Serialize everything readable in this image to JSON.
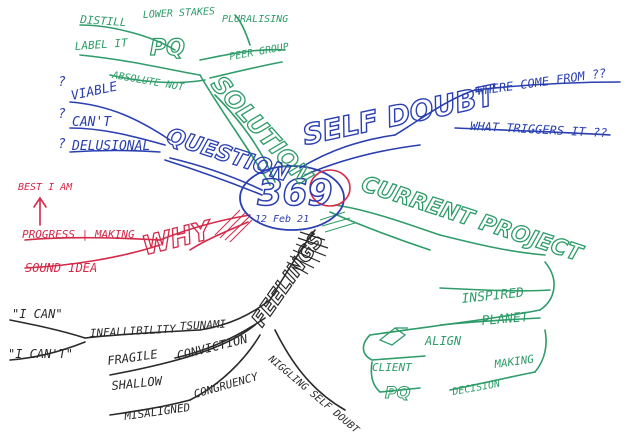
{
  "colors": {
    "green": "#2f9c6a",
    "blue": "#2a3fb0",
    "red": "#d42a4a",
    "black": "#2a2a2a",
    "purple": "#7a3a8c"
  },
  "center": {
    "number": "369",
    "date": "12 Feb 21"
  },
  "solution": {
    "title": "SOLUTION",
    "pq": "PQ",
    "distill": "DISTILL",
    "label_it": "LABEL IT",
    "lower_stakes": "LOWER STAKES",
    "pluralising": "PLURALISING",
    "peer_group": "PEER GROUP",
    "absolute_not": "ABSOLUTE NOT"
  },
  "self_doubt": {
    "title": "SELF DOUBT",
    "where_from": "WHERE COME FROM ??",
    "what_triggers": "WHAT TRIGGERS IT ??"
  },
  "question": {
    "title": "QUESTION",
    "viable": "VIABLE",
    "cant": "CAN'T",
    "delusional": "DELUSIONAL",
    "q1": "?",
    "q2": "?",
    "q3": "?"
  },
  "why": {
    "title": "WHY",
    "progress": "PROGRESS | MAKING",
    "sound_idea": "SOUND IDEA",
    "best_i_am": "BEST I AM"
  },
  "current_project": {
    "title": "CURRENT PROJECT",
    "inspired": "INSPIRED",
    "align": "ALIGN",
    "planet": "PLANET",
    "client": "CLIENT",
    "pq": "PQ",
    "decision": "DECISION",
    "making": "MAKING"
  },
  "feelings": {
    "title": "FEELINGS",
    "i_can": "\"I CAN\"",
    "i_cant": "\"I CAN'T\"",
    "infallibility": "INFALLIBILITY",
    "tsunami": "TSUNAMI",
    "fragile": "FRAGILE",
    "conviction": "CONVICTION",
    "shallow": "SHALLOW",
    "misaligned": "MISALIGNED",
    "congruency": "CONGRUENCY",
    "niggling": "NIGGLING SELF DOUBT"
  }
}
